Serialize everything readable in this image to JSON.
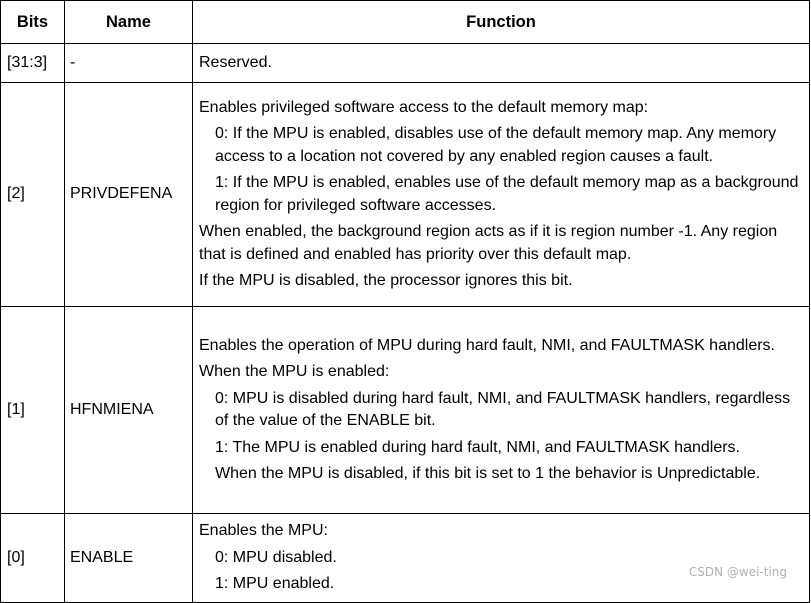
{
  "table": {
    "headers": {
      "bits": "Bits",
      "name": "Name",
      "function": "Function"
    },
    "rows": [
      {
        "bits": "[31:3]",
        "name": "-",
        "lines": [
          "Reserved."
        ]
      },
      {
        "bits": "[2]",
        "name": "PRIVDEFENA",
        "lines": [
          "Enables privileged software access to the default memory map:",
          "0: If the MPU is enabled, disables use of the default memory map. Any memory access to a location not covered by any enabled region causes a fault.",
          "1: If the MPU is enabled, enables use of the default memory map as a background region for privileged software accesses.",
          "When enabled, the background region acts as if it is region number -1. Any region that is defined and enabled has priority over this default map.",
          "If the MPU is disabled, the processor ignores this bit."
        ]
      },
      {
        "bits": "[1]",
        "name": "HFNMIENA",
        "lines": [
          "Enables the operation of MPU during hard fault, NMI, and FAULTMASK handlers.",
          "When the MPU is enabled:",
          "0: MPU is disabled during hard fault, NMI, and FAULTMASK handlers, regardless of the value of the ENABLE bit.",
          "1: The MPU is enabled during hard fault, NMI, and FAULTMASK handlers.",
          "When the MPU is disabled, if this bit is set to 1 the behavior is Unpredictable."
        ]
      },
      {
        "bits": "[0]",
        "name": "ENABLE",
        "lines": [
          "Enables the MPU:",
          "0: MPU disabled.",
          "1: MPU enabled."
        ]
      }
    ]
  },
  "watermark": "CSDN @wei-ting"
}
